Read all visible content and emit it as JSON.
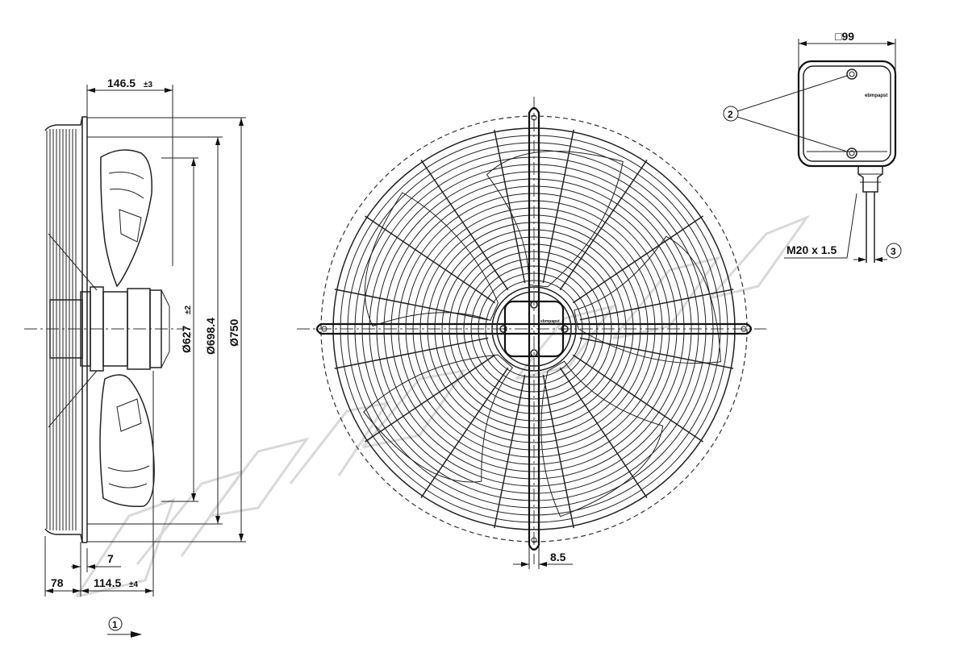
{
  "side_view": {
    "dim_depth_total": "146.5",
    "dim_depth_total_tol": "±3",
    "dim_diameter_inner": "Ø627",
    "dim_diameter_inner_tol": "±2",
    "dim_diameter_mid": "Ø698.4",
    "dim_diameter_outer": "Ø750",
    "dim_flange_thickness": "7",
    "dim_guard_depth": "78",
    "dim_hub_depth": "114.5",
    "dim_hub_depth_tol": "±4",
    "callout_airflow": "1"
  },
  "front_view": {
    "dim_mount_slot": "8.5",
    "hub_logo": "ebmpapst"
  },
  "terminal_box": {
    "dim_box_size": "□99",
    "callout_screws": "2",
    "logo": "ebmpapst",
    "cable_gland_thread": "M20 x 1.5",
    "callout_cable": "3"
  }
}
